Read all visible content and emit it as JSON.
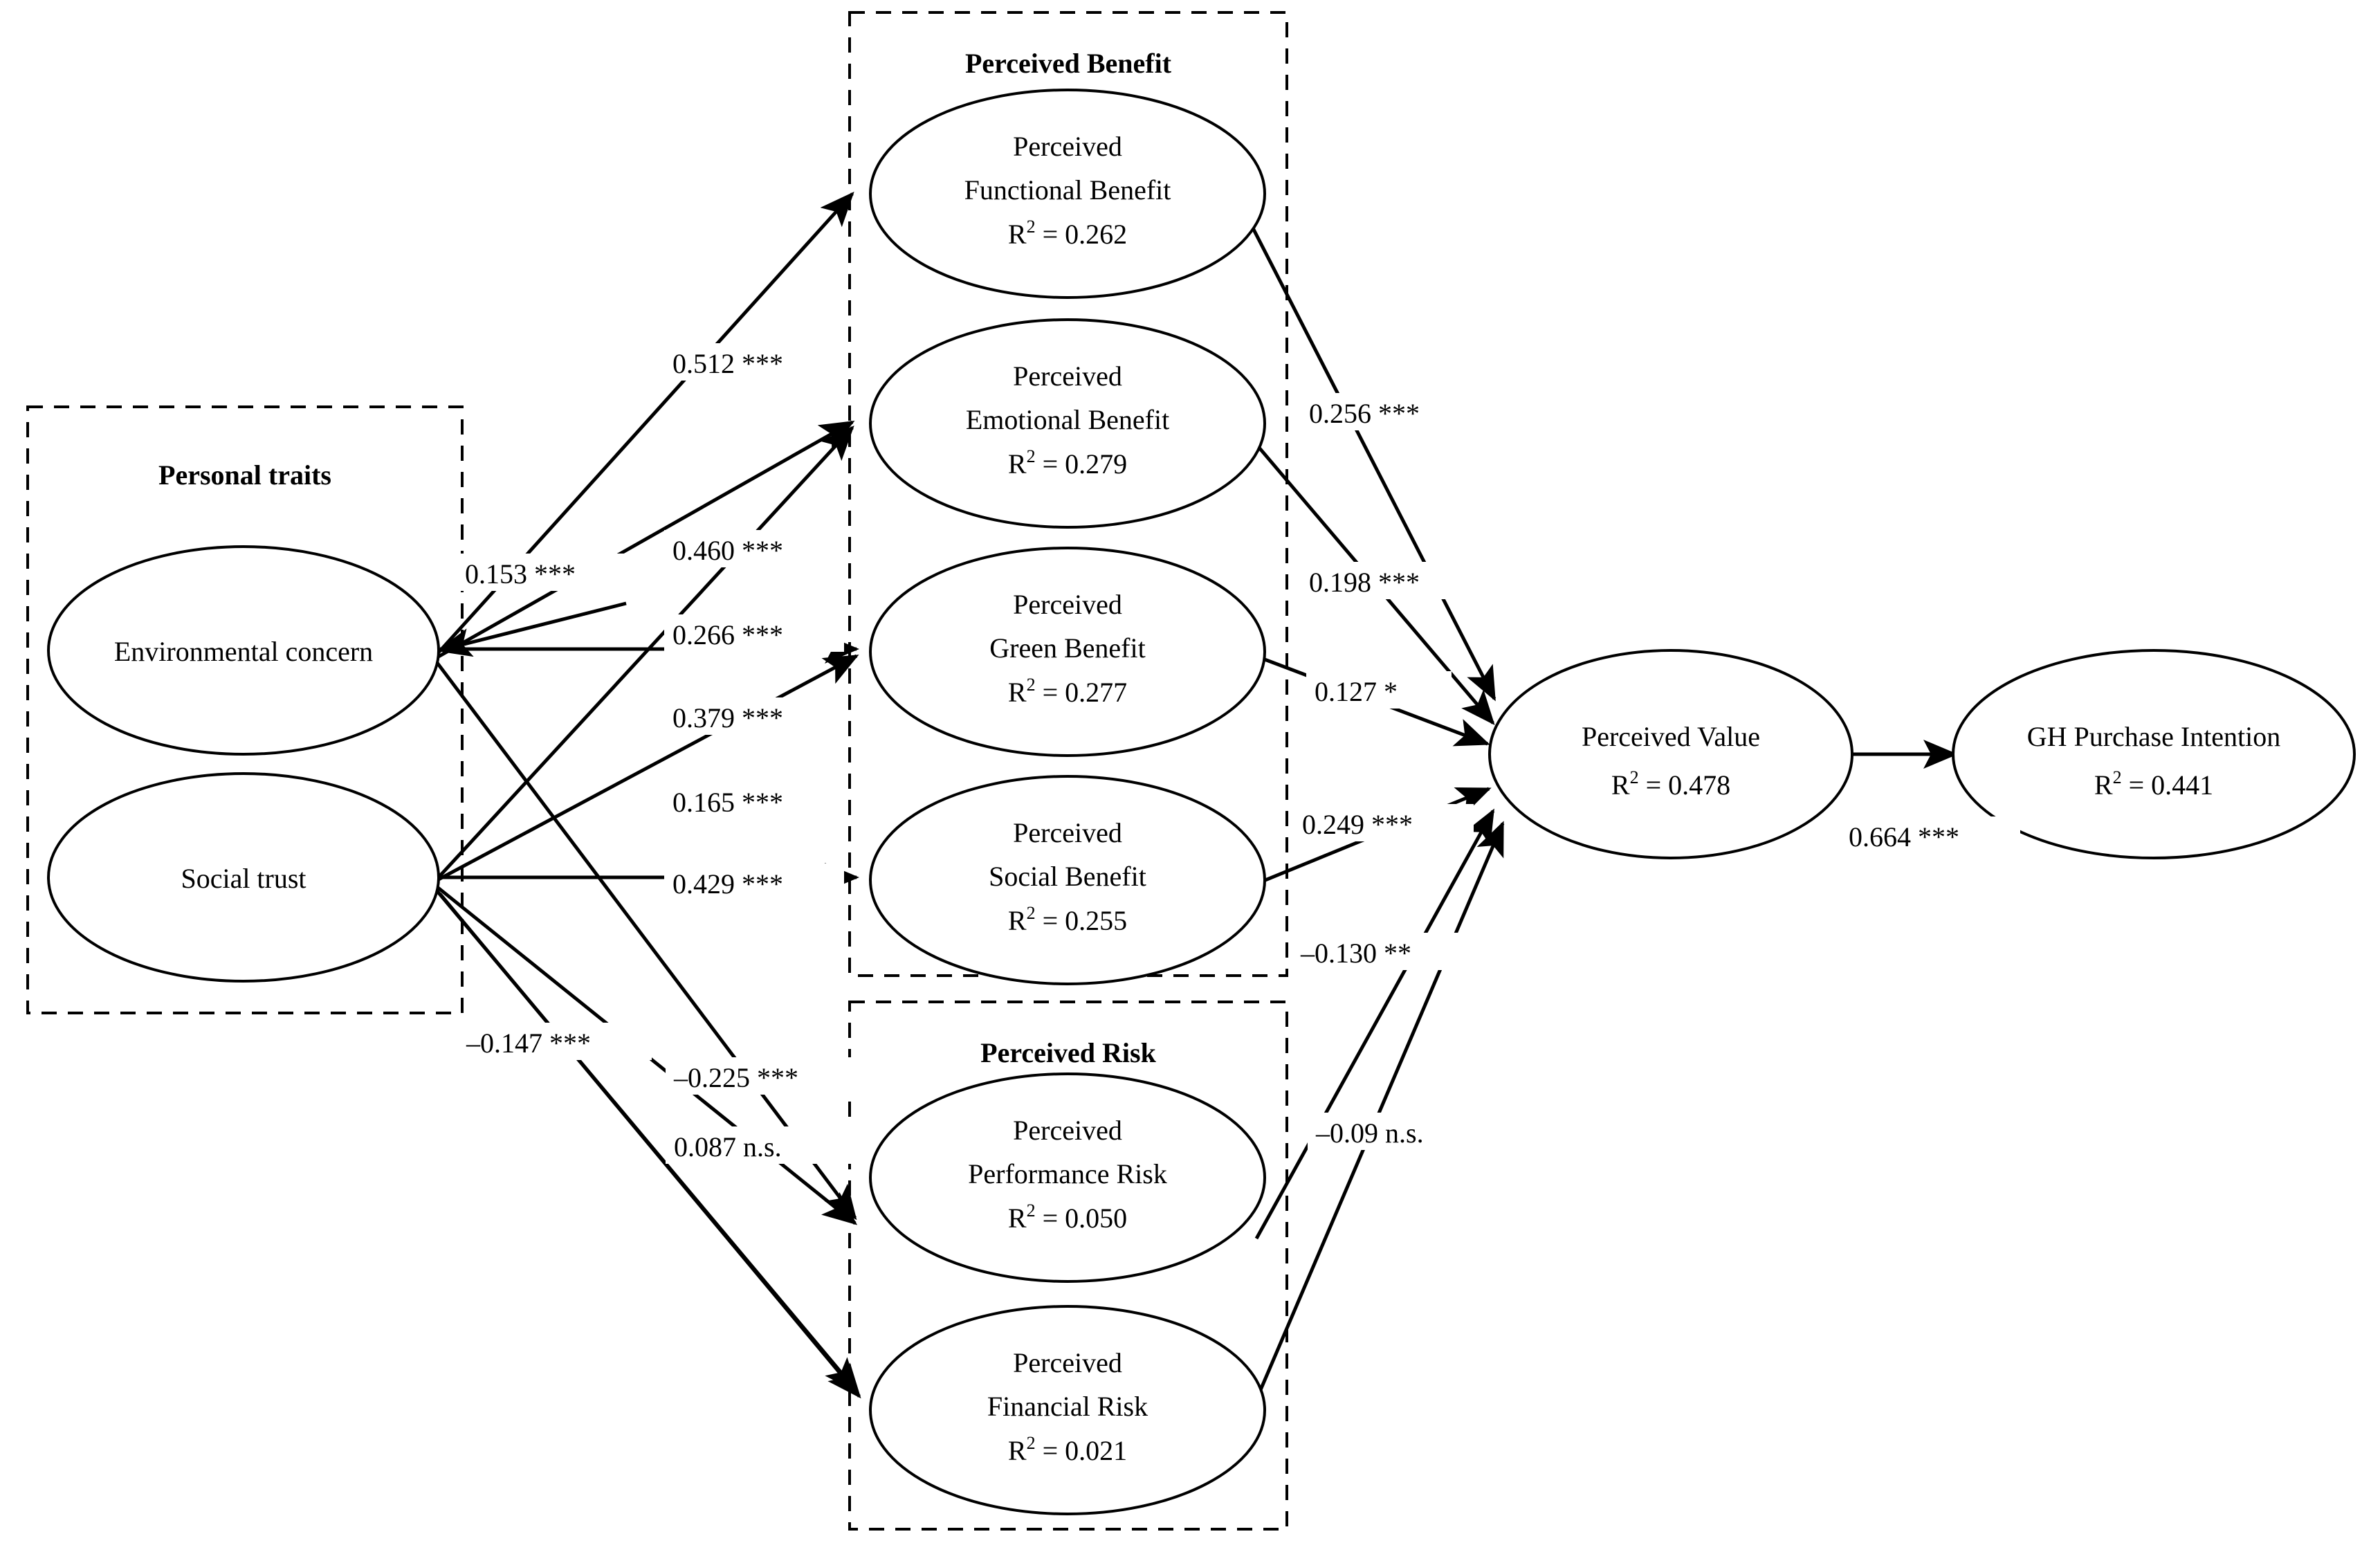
{
  "diagram": {
    "type": "structural-equation-model-path-diagram",
    "groups": [
      {
        "id": "personal_traits",
        "title": "Personal traits"
      },
      {
        "id": "perceived_benefit",
        "title": "Perceived Benefit"
      },
      {
        "id": "perceived_risk",
        "title": "Perceived Risk"
      }
    ],
    "nodes": [
      {
        "id": "env_concern",
        "group": "personal_traits",
        "line1": "Environmental concern",
        "line2": "",
        "r2": ""
      },
      {
        "id": "social_trust",
        "group": "personal_traits",
        "line1": "Social trust",
        "line2": "",
        "r2": ""
      },
      {
        "id": "func_benefit",
        "group": "perceived_benefit",
        "line1": "Perceived",
        "line2": "Functional Benefit",
        "r2": "0.262"
      },
      {
        "id": "emo_benefit",
        "group": "perceived_benefit",
        "line1": "Perceived",
        "line2": "Emotional Benefit",
        "r2": "0.279"
      },
      {
        "id": "green_benefit",
        "group": "perceived_benefit",
        "line1": "Perceived",
        "line2": "Green Benefit",
        "r2": "0.277"
      },
      {
        "id": "social_benefit",
        "group": "perceived_benefit",
        "line1": "Perceived",
        "line2": "Social Benefit",
        "r2": "0.255"
      },
      {
        "id": "perf_risk",
        "group": "perceived_risk",
        "line1": "Perceived",
        "line2": "Performance Risk",
        "r2": "0.050"
      },
      {
        "id": "fin_risk",
        "group": "perceived_risk",
        "line1": "Perceived",
        "line2": "Financial Risk",
        "r2": "0.021"
      },
      {
        "id": "perceived_value",
        "group": "",
        "line1": "Perceived Value",
        "line2": "",
        "r2": "0.478"
      },
      {
        "id": "gh_intention",
        "group": "",
        "line1": "GH Purchase Intention",
        "line2": "",
        "r2": "0.441"
      }
    ],
    "r2_prefix": "R",
    "r2_exponent": "2",
    "r2_equals": "= ",
    "paths": [
      {
        "id": "p_st_ec",
        "from": "social_trust",
        "to": "env_concern",
        "label": "0.153 ***",
        "coefficient": 0.153,
        "significance": "***"
      },
      {
        "id": "p_ec_fb",
        "from": "env_concern",
        "to": "func_benefit",
        "label": "0.512 ***",
        "coefficient": 0.512,
        "significance": "***"
      },
      {
        "id": "p_ec_eb",
        "from": "env_concern",
        "to": "emo_benefit",
        "label": "0.460 ***",
        "coefficient": 0.46,
        "significance": "***"
      },
      {
        "id": "p_ec_gb",
        "from": "env_concern",
        "to": "green_benefit",
        "label": "0.266 ***",
        "coefficient": 0.266,
        "significance": "***"
      },
      {
        "id": "p_st_eb",
        "from": "social_trust",
        "to": "emo_benefit",
        "label": "0.379 ***",
        "coefficient": 0.379,
        "significance": "***"
      },
      {
        "id": "p_st_gb",
        "from": "social_trust",
        "to": "green_benefit",
        "label": "0.165 ***",
        "coefficient": 0.165,
        "significance": "***"
      },
      {
        "id": "p_st_sb",
        "from": "social_trust",
        "to": "social_benefit",
        "label": "0.429 ***",
        "coefficient": 0.429,
        "significance": "***"
      },
      {
        "id": "p_ec_pr",
        "from": "env_concern",
        "to": "perf_risk",
        "label": "–0.147 ***",
        "coefficient": -0.147,
        "significance": "***"
      },
      {
        "id": "p_st_pr",
        "from": "social_trust",
        "to": "perf_risk",
        "label": "–0.225 ***",
        "coefficient": -0.225,
        "significance": "***"
      },
      {
        "id": "p_ec_fr",
        "from": "env_concern",
        "to": "fin_risk",
        "label": "0.087 n.s.",
        "coefficient": 0.087,
        "significance": "n.s."
      },
      {
        "id": "p_fb_pv",
        "from": "func_benefit",
        "to": "perceived_value",
        "label": "0.256 ***",
        "coefficient": 0.256,
        "significance": "***"
      },
      {
        "id": "p_eb_pv",
        "from": "emo_benefit",
        "to": "perceived_value",
        "label": "0.198 ***",
        "coefficient": 0.198,
        "significance": "***"
      },
      {
        "id": "p_gb_pv",
        "from": "green_benefit",
        "to": "perceived_value",
        "label": "0.127 *",
        "coefficient": 0.127,
        "significance": "*"
      },
      {
        "id": "p_sb_pv",
        "from": "social_benefit",
        "to": "perceived_value",
        "label": "0.249 ***",
        "coefficient": 0.249,
        "significance": "***"
      },
      {
        "id": "p_pr_pv",
        "from": "perf_risk",
        "to": "perceived_value",
        "label": "–0.130 **",
        "coefficient": -0.13,
        "significance": "**"
      },
      {
        "id": "p_fr_pv",
        "from": "fin_risk",
        "to": "perceived_value",
        "label": "–0.09 n.s.",
        "coefficient": -0.09,
        "significance": "n.s."
      },
      {
        "id": "p_pv_gh",
        "from": "perceived_value",
        "to": "gh_intention",
        "label": "0.664 ***",
        "coefficient": 0.664,
        "significance": "***"
      }
    ],
    "colors": {
      "stroke": "#000000",
      "fill": "#ffffff",
      "text": "#000000"
    }
  }
}
